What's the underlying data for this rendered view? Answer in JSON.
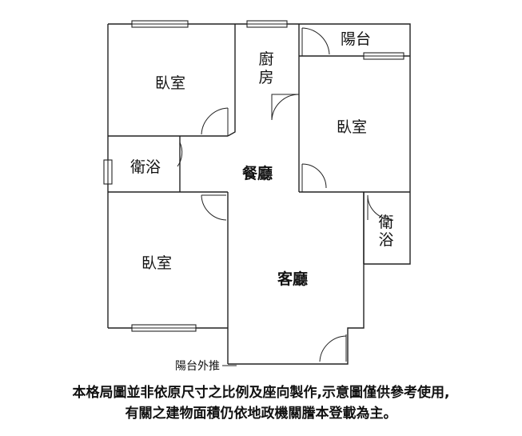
{
  "rooms": {
    "bedroom_top": "臥室",
    "kitchen": "廚房",
    "kitchen_line1": "廚",
    "kitchen_line2": "房",
    "balcony": "陽台",
    "bedroom_right": "臥室",
    "bath_left": "衛浴",
    "dining": "餐廳",
    "bath_right_line1": "衛",
    "bath_right_line2": "浴",
    "bedroom_bottom": "臥室",
    "living": "客廳"
  },
  "notes": {
    "balcony_push_out": "陽台外推"
  },
  "disclaimer": {
    "line1": "本格局圖並非依原尺寸之比例及座向製作,示意圖僅供參考使用,",
    "line2": "有關之建物面積仍依地政機關謄本登載為主。"
  }
}
